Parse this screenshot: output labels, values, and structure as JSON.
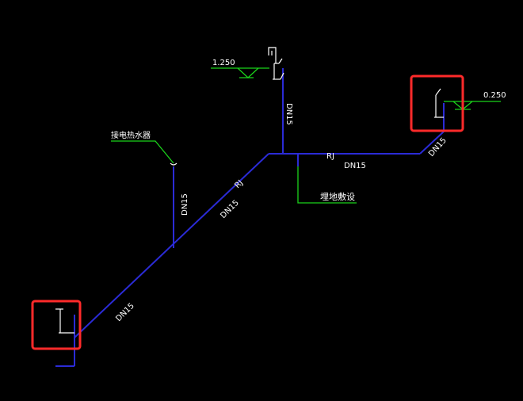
{
  "colors": {
    "pipe": "#2b2bd6",
    "leader": "#1bd31b",
    "fixture": "#ffffff",
    "highlight": "#ff2a2a",
    "background": "#000000"
  },
  "labels": {
    "elev_top": "1.250",
    "elev_right": "0.250",
    "heater": "接电热水器",
    "buried": "埋地敷设",
    "rj_main": "RJ",
    "rj_diag": "RJ",
    "dn_vertical_top": "DN15",
    "dn_horizontal": "DN15",
    "dn_right_diag": "DN15",
    "dn_branch_vertical": "DN15",
    "dn_diag_mid": "DN15",
    "dn_diag_low": "DN15"
  }
}
